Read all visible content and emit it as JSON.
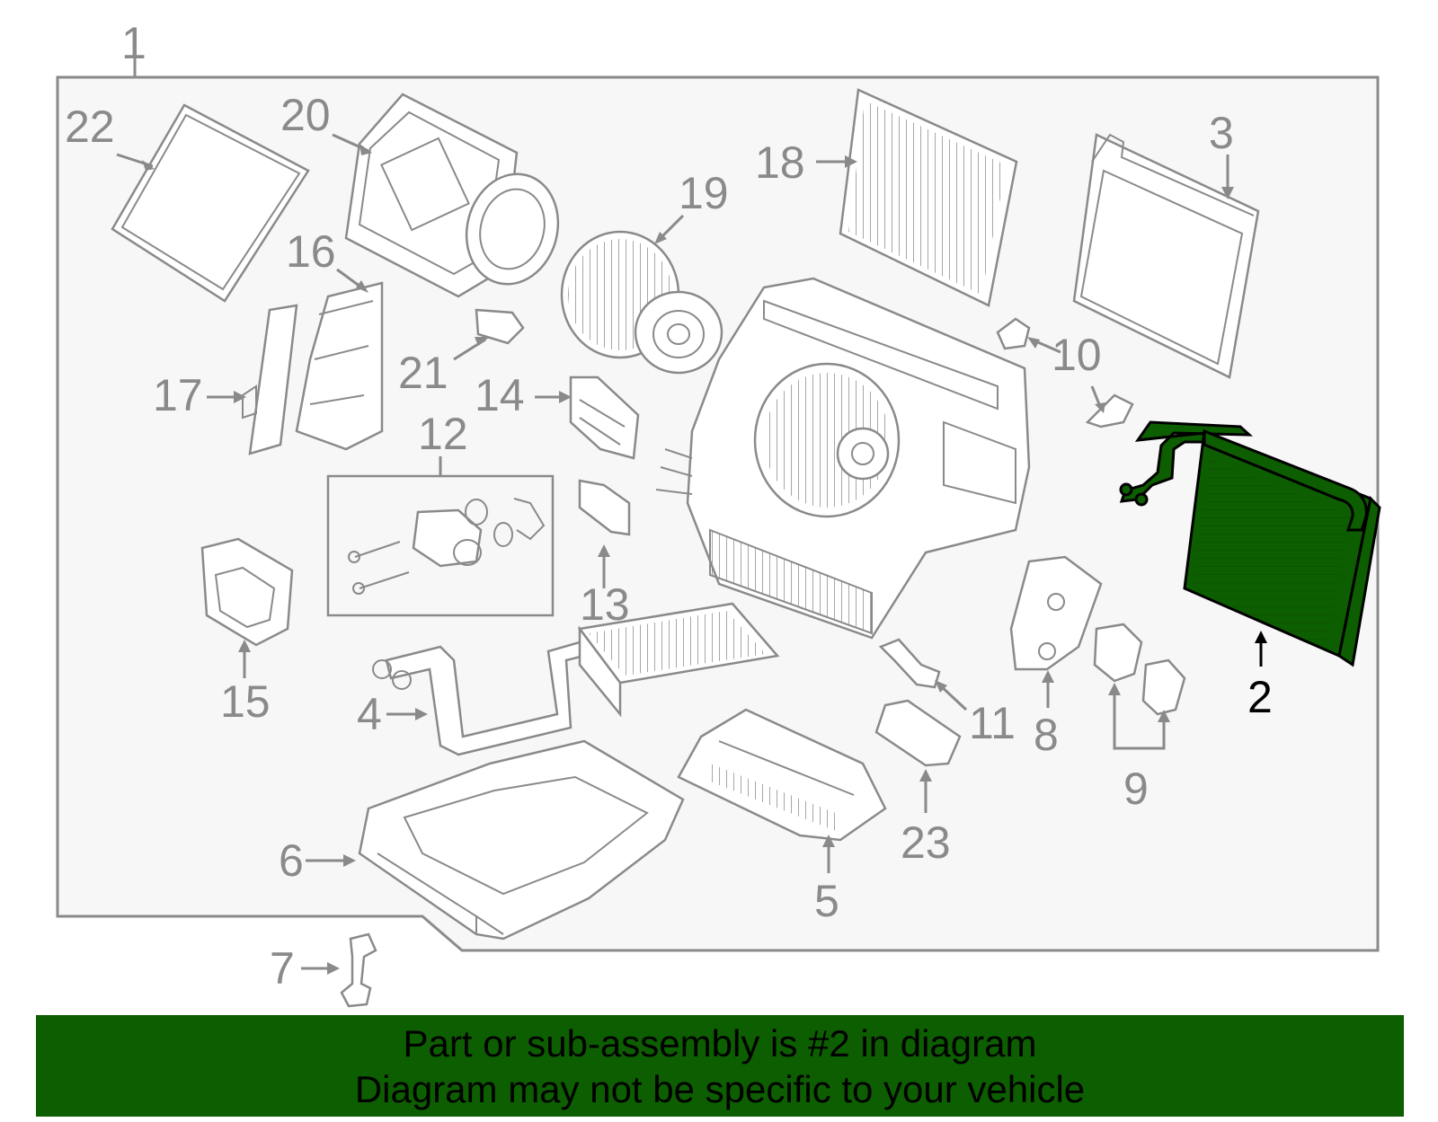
{
  "diagram": {
    "highlight_color": "#0d5e00",
    "line_color": "#8a8a8a",
    "highlighted_callout": "2",
    "callouts": [
      "1",
      "2",
      "3",
      "4",
      "5",
      "6",
      "7",
      "8",
      "9",
      "10",
      "11",
      "12",
      "13",
      "14",
      "15",
      "16",
      "17",
      "18",
      "19",
      "20",
      "21",
      "22",
      "23"
    ]
  },
  "banner": {
    "line1": "Part or sub-assembly is #2 in diagram",
    "line2": "Diagram may not be specific to your vehicle"
  }
}
